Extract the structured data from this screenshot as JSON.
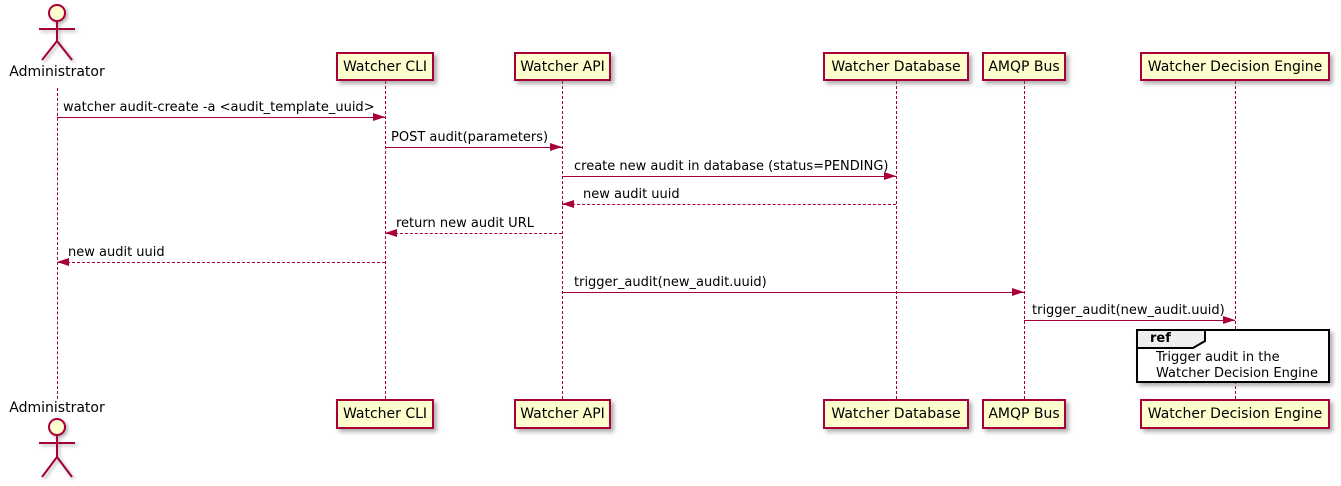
{
  "diagram": {
    "type": "uml-sequence",
    "actor": {
      "label": "Administrator"
    },
    "participants": [
      {
        "label": "Watcher CLI"
      },
      {
        "label": "Watcher API"
      },
      {
        "label": "Watcher Database"
      },
      {
        "label": "AMQP Bus"
      },
      {
        "label": "Watcher Decision Engine"
      }
    ],
    "messages": [
      {
        "label": "watcher audit-create -a <audit_template_uuid>",
        "from": "Administrator",
        "to": "Watcher CLI",
        "style": "solid"
      },
      {
        "label": "POST audit(parameters)",
        "from": "Watcher CLI",
        "to": "Watcher API",
        "style": "solid"
      },
      {
        "label": "create new audit in database (status=PENDING)",
        "from": "Watcher API",
        "to": "Watcher Database",
        "style": "solid"
      },
      {
        "label": "new audit uuid",
        "from": "Watcher Database",
        "to": "Watcher API",
        "style": "dashed"
      },
      {
        "label": "return new audit URL",
        "from": "Watcher API",
        "to": "Watcher CLI",
        "style": "dashed"
      },
      {
        "label": "new audit uuid",
        "from": "Watcher CLI",
        "to": "Administrator",
        "style": "dashed"
      },
      {
        "label": "trigger_audit(new_audit.uuid)",
        "from": "Watcher API",
        "to": "AMQP Bus",
        "style": "solid"
      },
      {
        "label": "trigger_audit(new_audit.uuid)",
        "from": "AMQP Bus",
        "to": "Watcher Decision Engine",
        "style": "solid"
      }
    ],
    "ref": {
      "tab_label": "ref",
      "line1": "Trigger audit in the",
      "line2": "Watcher Decision Engine"
    },
    "colors": {
      "line": "#A80036",
      "participant_fill": "#FEFECE",
      "text": "#000000",
      "ref_border": "#000000",
      "ref_tab_fill": "#EEEEEE",
      "background": "#FFFFFF"
    }
  }
}
